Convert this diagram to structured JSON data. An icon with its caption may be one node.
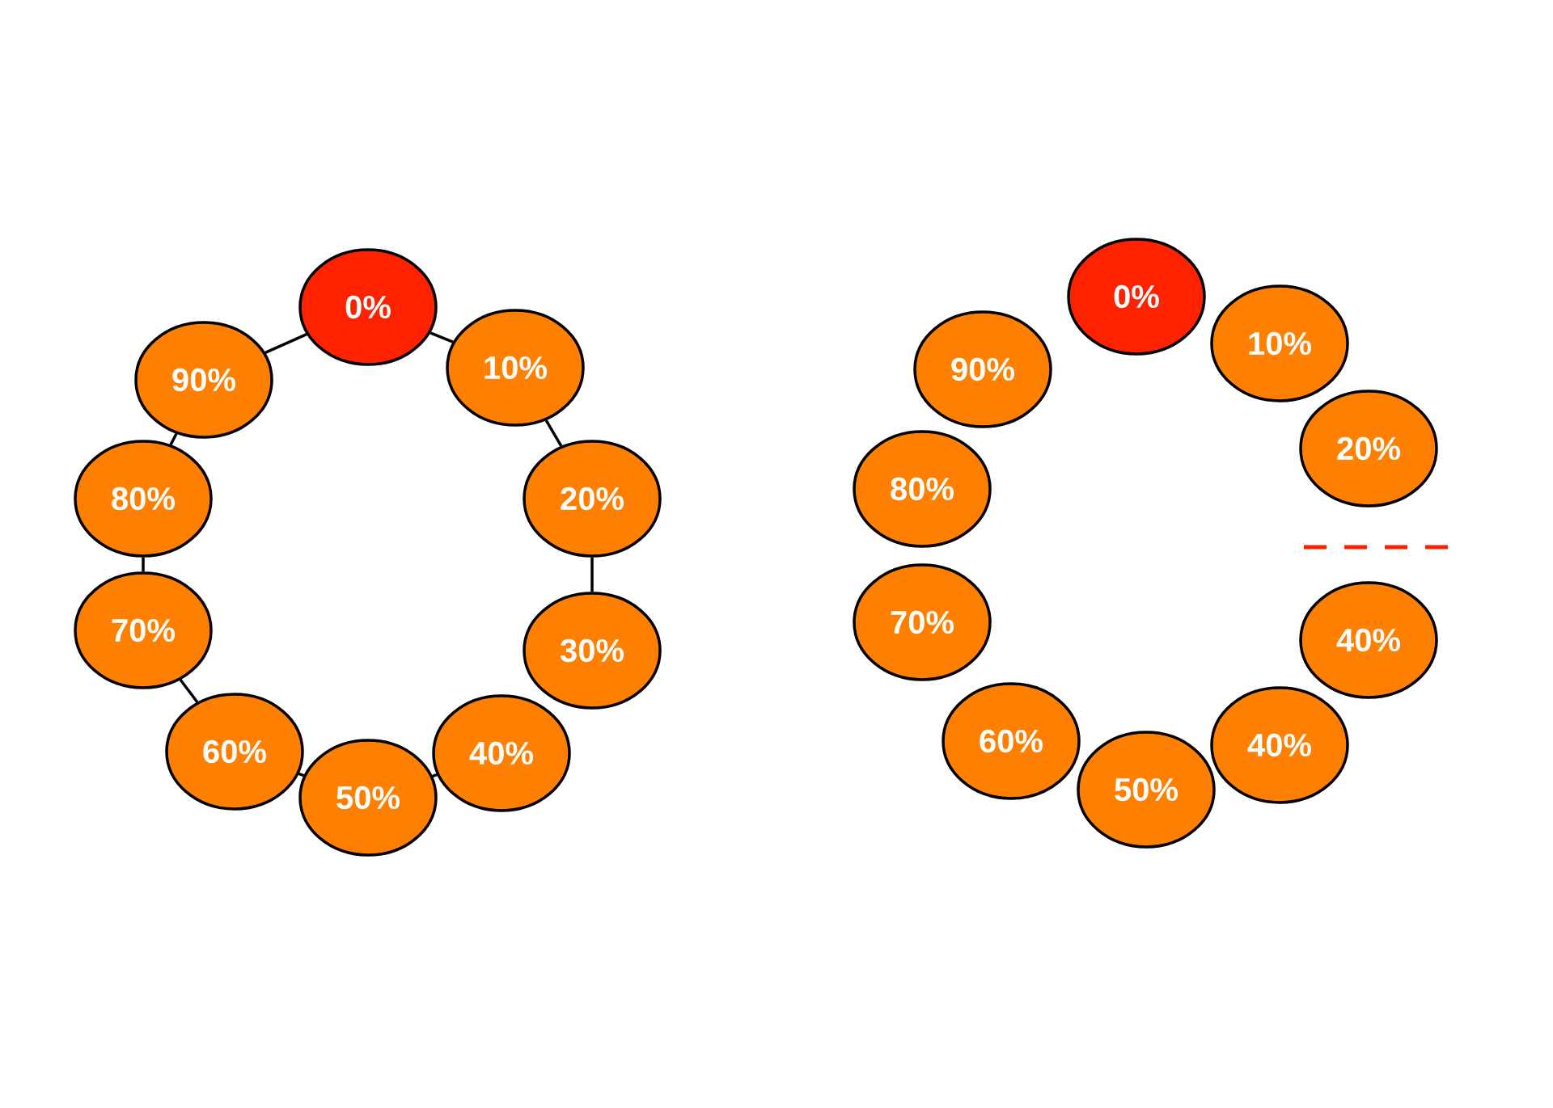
{
  "diagram": {
    "nodes": [
      {
        "text": [
          "0%"
        ]
      },
      {
        "text": [
          "10%"
        ]
      },
      {
        "text": [
          "20%"
        ]
      },
      {
        "text": [
          "30%"
        ]
      },
      {
        "text": [
          "40%"
        ]
      },
      {
        "text": [
          "50%"
        ]
      },
      {
        "text": [
          "60%"
        ]
      },
      {
        "text": [
          "70%"
        ]
      },
      {
        "text": [
          "80%"
        ]
      },
      {
        "text": [
          "90%"
        ]
      },
      {
        "text": [
          "0%"
        ]
      },
      {
        "text": [
          "10%"
        ]
      },
      {
        "text": [
          "20%"
        ]
      },
      {
        "text": [
          "40%"
        ]
      },
      {
        "text": [
          "40%"
        ]
      },
      {
        "text": [
          "50%"
        ]
      },
      {
        "text": [
          "60%"
        ]
      },
      {
        "text": [
          "70%"
        ]
      },
      {
        "text": [
          "80%"
        ]
      },
      {
        "text": [
          "90%"
        ]
      }
    ],
    "edges": [
      {
        "from": 0,
        "to": 1,
        "arrow": "none"
      },
      {
        "from": 1,
        "to": 2,
        "arrow": "none"
      },
      {
        "from": 2,
        "to": 3,
        "arrow": "none"
      },
      {
        "from": 4,
        "to": 5,
        "arrow": "none"
      },
      {
        "from": 5,
        "to": 6,
        "arrow": "none"
      },
      {
        "from": 6,
        "to": 7,
        "arrow": "none"
      },
      {
        "from": 7,
        "to": 8,
        "arrow": "none"
      },
      {
        "from": 8,
        "to": 9,
        "arrow": "none"
      },
      {
        "from": 9,
        "to": 0,
        "arrow": "none"
      }
    ]
  }
}
